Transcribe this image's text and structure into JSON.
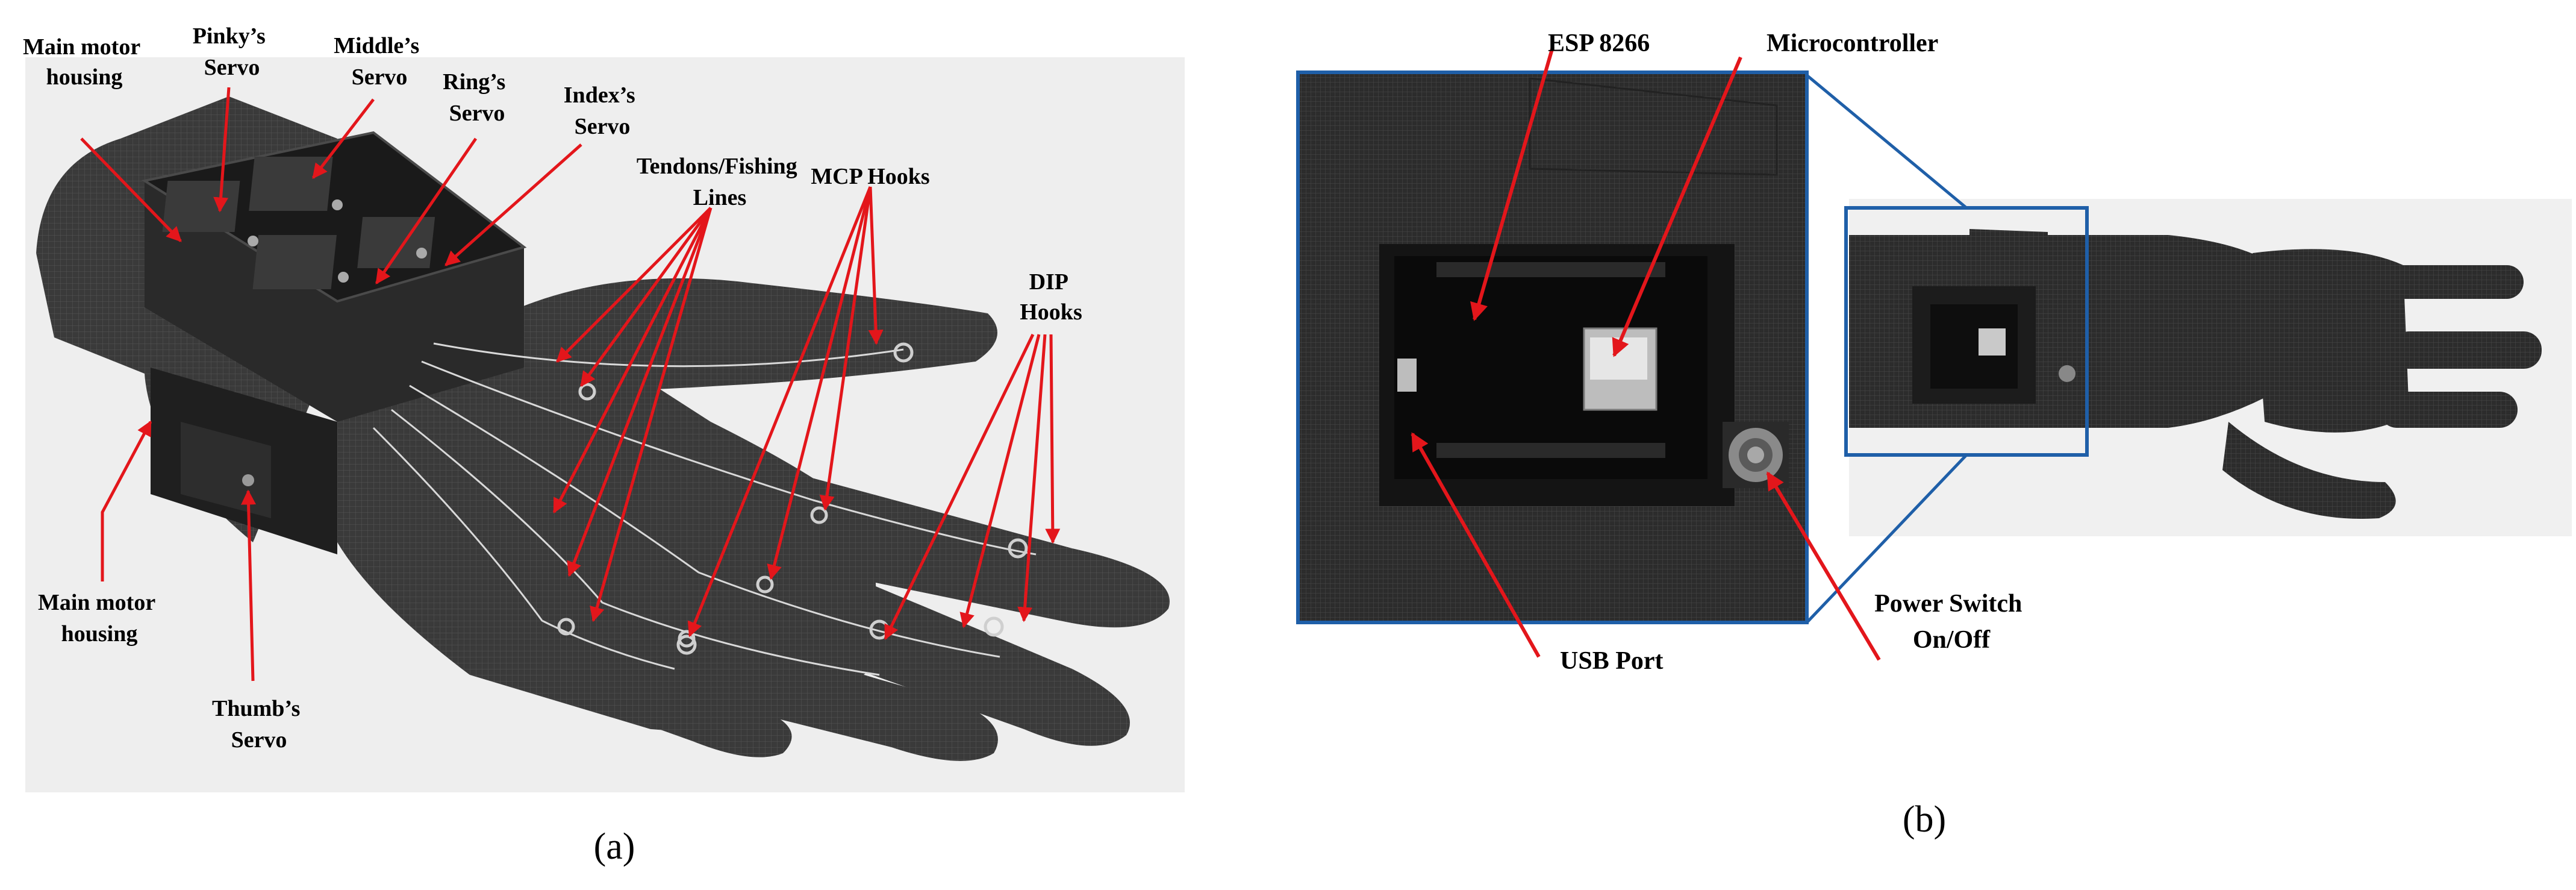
{
  "panel_a": {
    "caption": "(a)",
    "labels": {
      "main_motor_housing_top": [
        "Main motor",
        "housing"
      ],
      "pinky_servo": [
        "Pinky’s",
        "Servo"
      ],
      "middle_servo": [
        "Middle’s",
        "Servo"
      ],
      "ring_servo": [
        "Ring’s",
        "Servo"
      ],
      "index_servo": [
        "Index’s",
        "Servo"
      ],
      "tendons": [
        "Tendons/Fishing",
        "Lines"
      ],
      "mcp_hooks": [
        "MCP Hooks"
      ],
      "dip_hooks": [
        "DIP",
        "Hooks"
      ],
      "main_motor_housing_bottom": [
        "Main motor",
        "housing"
      ],
      "thumb_servo": [
        "Thumb’s",
        "Servo"
      ]
    }
  },
  "panel_b": {
    "caption": "(b)",
    "labels": {
      "esp8266": [
        "ESP 8266"
      ],
      "microcontroller": [
        "Microcontroller"
      ],
      "usb_port": [
        "USB Port"
      ],
      "power_switch": [
        "Power Switch",
        "On/Off"
      ]
    }
  },
  "colors": {
    "arrow": "#e3161b",
    "frame": "#1f5fa8",
    "hand": "#3b3b3b",
    "hand_dark": "#1e1e1e",
    "background_a": "#eeeeee",
    "background_b": "#f0f0f0"
  }
}
